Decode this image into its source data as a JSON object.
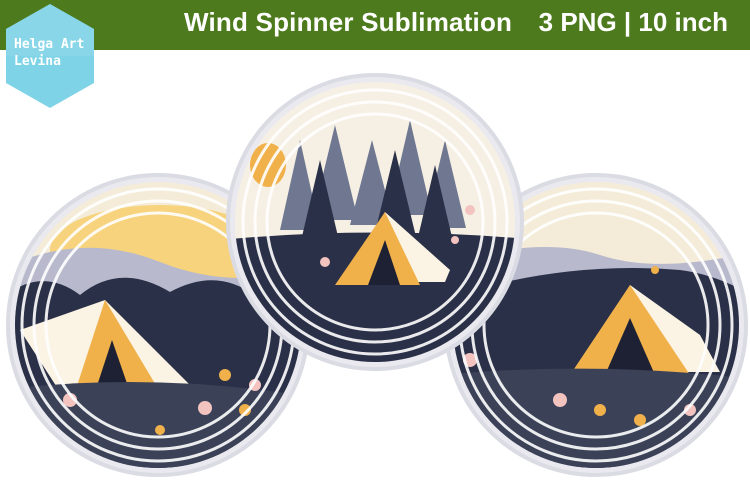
{
  "banner": {
    "title": "Wind Spinner Sublimation",
    "meta": "3 PNG | 10 inch",
    "background_color": "#4e7a1e"
  },
  "logo": {
    "line1": "Helga Art",
    "line2": "Levina",
    "color": "#7fd3e6"
  },
  "spinners": [
    {
      "name": "left-spinner",
      "scene": "tent-under-mountains"
    },
    {
      "name": "center-spinner",
      "scene": "tent-in-forest"
    },
    {
      "name": "right-spinner",
      "scene": "tent-in-wildflowers"
    }
  ],
  "palette": {
    "navy": "#2a3047",
    "slate": "#6f7890",
    "lavender": "#b8b9cc",
    "mustard": "#f0b04a",
    "cream": "#fbf3e4",
    "pink": "#f3c3c0"
  }
}
